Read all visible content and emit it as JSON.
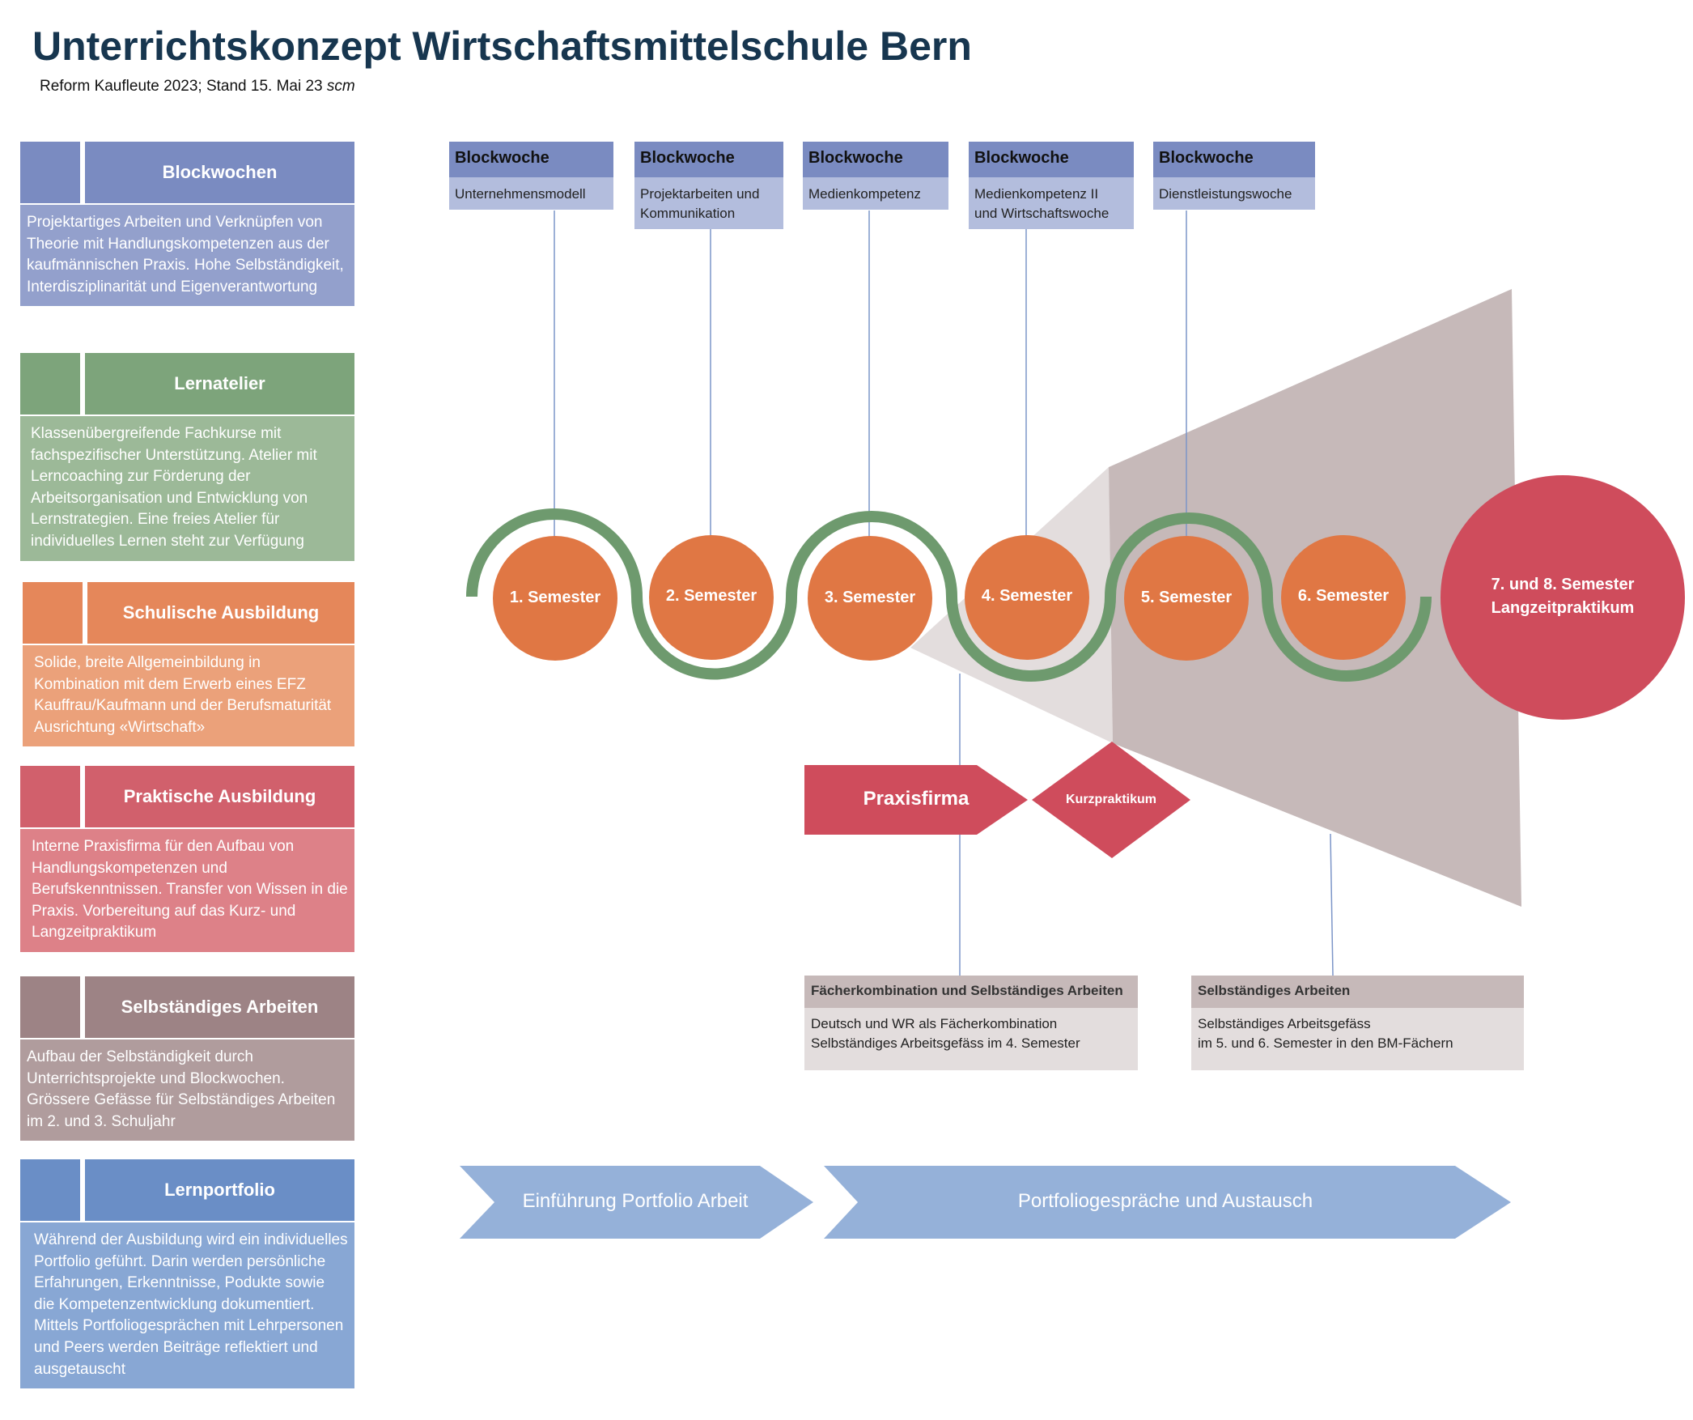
{
  "header": {
    "title": "Unterrichtskonzept Wirtschaftsmittelschule Bern",
    "subtitle": "Reform Kaufleute 2023; Stand 15. Mai 23",
    "author": "scm"
  },
  "legend": [
    {
      "title": "Blockwochen",
      "text": "Projektartiges Arbeiten und Verknüpfen von Theorie mit Handlungskompetenzen aus der kaufmännischen Praxis. Hohe Selbständigkeit, Interdisziplinarität und Eigenverantwortung",
      "color_header": "#7a8bc1",
      "color_body": "#93a0cc"
    },
    {
      "title": "Lernatelier",
      "text": "Klassenübergreifende Fachkurse mit fachspezifischer Unterstützung. Atelier mit Lerncoaching zur Förderung der Arbeitsorganisation und Entwicklung von Lernstrategien. Eine freies Atelier für individuelles Lernen steht zur Verfügung",
      "color_header": "#7da47b",
      "color_body": "#9cb998"
    },
    {
      "title": "Schulische Ausbildung",
      "text": "Solide, breite Allgemeinbildung in Kombination mit dem Erwerb eines EFZ Kauffrau/Kaufmann und der Berufsmaturität Ausrichtung «Wirtschaft»",
      "color_header": "#e5875a",
      "color_body": "#eba17a"
    },
    {
      "title": "Praktische Ausbildung",
      "text": "Interne Praxisfirma für den Aufbau von Handlungskompetenzen und Berufskenntnissen. Transfer von Wissen in die Praxis. Vorbereitung auf das Kurz- und Langzeitpraktikum",
      "color_header": "#d1606c",
      "color_body": "#dd8188"
    },
    {
      "title": "Selbständiges Arbeiten",
      "text": "Aufbau der Selbständigkeit durch Unterrichtsprojekte und Blockwochen. Grössere Gefässe für Selbständiges Arbeiten im 2. und 3. Schuljahr",
      "color_header": "#9d8385",
      "color_body": "#b09c9d"
    },
    {
      "title": "Lernportfolio",
      "text": "Während der Ausbildung wird ein individuelles Portfolio geführt. Darin werden persönliche Erfahrungen, Erkenntnisse, Podukte sowie die Kompetenzentwicklung dokumentiert. Mittels Portfoliogesprächen mit Lehrpersonen und Peers werden Beiträge reflektiert und ausgetauscht",
      "color_header": "#6a8ec6",
      "color_body": "#88a7d4"
    }
  ],
  "blockwochen": [
    {
      "title": "Blockwoche",
      "lines": [
        "Unternehmensmodell"
      ]
    },
    {
      "title": "Blockwoche",
      "lines": [
        "Projektarbeiten und",
        "Kommunikation"
      ]
    },
    {
      "title": "Blockwoche",
      "lines": [
        "Medienkompetenz"
      ]
    },
    {
      "title": "Blockwoche",
      "lines": [
        "Medienkompetenz II",
        "und Wirtschaftswoche"
      ]
    },
    {
      "title": "Blockwoche",
      "lines": [
        "Dienstleistungswoche"
      ]
    }
  ],
  "semesters": [
    "1. Semester",
    "2. Semester",
    "3. Semester",
    "4. Semester",
    "5. Semester",
    "6. Semester"
  ],
  "final": {
    "line1": "7. und 8. Semester",
    "line2": "Langzeitpraktikum"
  },
  "praxis": {
    "praxisfirma": "Praxisfirma",
    "kurzpraktikum": "Kurzpraktikum"
  },
  "tables": [
    {
      "title": "Fächerkombination und Selbständiges Arbeiten",
      "lines": [
        "Deutsch und WR als Fächerkombination",
        "Selbständiges Arbeitsgefäss im 4. Semester"
      ]
    },
    {
      "title": "Selbständiges Arbeiten",
      "lines": [
        "Selbständiges Arbeitsgefäss",
        "im 5. und 6. Semester in den BM-Fächern"
      ]
    }
  ],
  "portfolio": {
    "intro": "Einführung Portfolio Arbeit",
    "ongoing": "Portfoliogespräche und Austausch"
  },
  "colors": {
    "semester": "#e07744",
    "final": "#cf4c5c",
    "wave": "#6e9a6e",
    "connector": "#7c95c8",
    "funnel_light": "#e3dddd",
    "funnel_dark": "#c6b9b9",
    "praxis": "#cf4c5c",
    "arrow": "#95b1d9",
    "bw_header": "#7a8bc1",
    "bw_body": "#b3bddd"
  }
}
